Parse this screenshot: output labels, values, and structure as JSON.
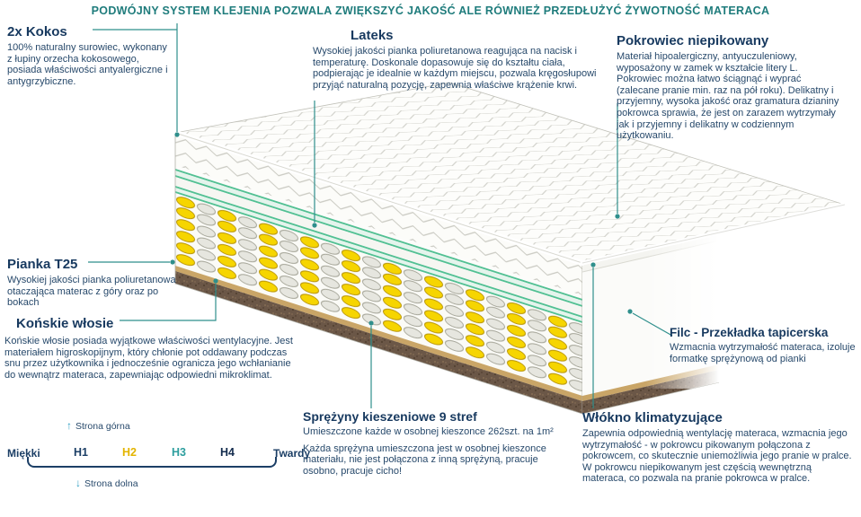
{
  "title": "PODWÓJNY SYSTEM KLEJENIA POZWALA ZWIĘKSZYĆ JAKOŚĆ ALE RÓWNIEŻ PRZEDŁUŻYĆ ŻYWOTNOŚĆ MATERACA",
  "colors": {
    "accent_teal": "#1f7c7c",
    "heading_navy": "#17395f",
    "body_navy": "#27496b",
    "callout_line": "#2f8f8c",
    "spring_yellow": "#f6d500",
    "glue_green": "#52c093"
  },
  "callouts": {
    "kokos": {
      "heading": "2x Kokos",
      "body": "100% naturalny surowiec, wykonany z łupiny orzecha kokosowego, posiada właściwości antyalergiczne i antygrzybiczne."
    },
    "lateks": {
      "heading": "Lateks",
      "body": "Wysokiej jakości pianka poliuretanowa reagująca na nacisk i temperaturę. Doskonale dopasowuje się do kształtu ciała, podpierając je idealnie w każdym miejscu, pozwala kręgosłupowi przyjąć naturalną pozycję, zapewnia właściwe krążenie krwi."
    },
    "pokrowiec": {
      "heading": "Pokrowiec niepikowany",
      "body": "Materiał hipoalergiczny, antyuczuleniowy, wyposażony w zamek w kształcie litery L. Pokrowiec można łatwo ściągnąć i wyprać (zalecane pranie min. raz na pół roku). Delikatny i przyjemny, wysoka jakość oraz gramatura dzianiny pokrowca sprawia, że jest on zarazem wytrzymały jak i przyjemny i delikatny w codziennym użytkowaniu."
    },
    "pianka": {
      "heading": "Pianka T25",
      "body": "Wysokiej jakości pianka poliuretanowa otaczająca materac z góry oraz po bokach"
    },
    "konskie": {
      "heading": "Końskie włosie",
      "body": "Końskie włosie posiada wyjątkowe właściwości wentylacyjne. Jest materiałem higroskopijnym, który chłonie pot oddawany podczas snu przez użytkownika i jednocześnie ogranicza jego wchłanianie do wewnątrz materaca, zapewniając odpowiedni mikroklimat."
    },
    "sprezyny": {
      "heading": "Sprężyny kieszeniowe 9 stref",
      "body": "Umieszczone każde w osobnej kieszonce 262szt. na 1m²",
      "body2": "Każda sprężyna umieszczona jest w osobnej kieszonce materiału, nie jest połączona z inną sprężyną, pracuje osobno, pracuje cicho!"
    },
    "filc": {
      "heading": "Filc - Przekładka tapicerska",
      "body": "Wzmacnia wytrzymałość materaca, izoluje formatkę sprężynową od pianki"
    },
    "wlokno": {
      "heading": "Włókno klimatyzujące",
      "body": "Zapewnia odpowiednią wentylację materaca, wzmacnia jego wytrzymałość - w pokrowcu pikowanym połączona z pokrowcem, co skutecznie uniemożliwia jego pranie w pralce. W pokrowcu niepikowanym jest częścią wewnętrzną materaca, co pozwala na pranie pokrowca w pralce."
    }
  },
  "scale": {
    "up_arrow": "↑",
    "down_arrow": "↓",
    "top_label": "Strona górna",
    "bottom_label": "Strona dolna",
    "soft_label": "Miękki",
    "hard_label": "Twardy",
    "levels": [
      {
        "label": "H1",
        "color": "#1c3f66"
      },
      {
        "label": "H2",
        "color": "#e3b400"
      },
      {
        "label": "H3",
        "color": "#2d9e9e"
      },
      {
        "label": "H4",
        "color": "#122b4d"
      }
    ]
  }
}
